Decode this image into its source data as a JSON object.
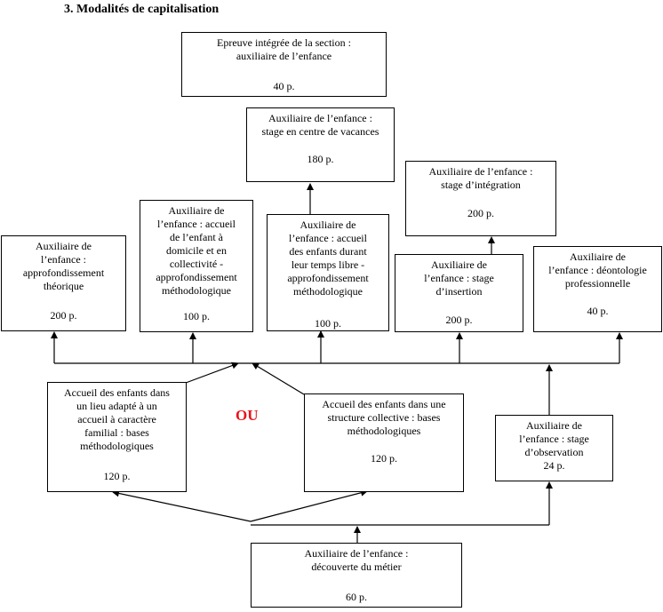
{
  "title": "3. Modalités de capitalisation",
  "separator_label": "OU",
  "separator_color": "#e8141c",
  "nodes": {
    "epreuve": {
      "label": "Epreuve intégrée de la section :\nauxiliaire de l’enfance",
      "points": "40 p."
    },
    "vacances": {
      "label": "Auxiliaire de l’enfance :\nstage en centre de vacances",
      "points": "180 p."
    },
    "integration": {
      "label": "Auxiliaire de l’enfance :\nstage d’intégration",
      "points": "200 p."
    },
    "theorique": {
      "label": "Auxiliaire de\nl’enfance :\napprofondissement\nthéorique",
      "points": "200 p."
    },
    "domicile": {
      "label": "Auxiliaire de\nl’enfance : accueil\nde l’enfant à\ndomicile et en\ncollectivité -\napprofondissement\nméthodologique",
      "points": "100 p."
    },
    "temps_libre": {
      "label": "Auxiliaire de\nl’enfance : accueil\ndes enfants durant\nleur temps libre -\napprofondissement\nméthodologique",
      "points": "100 p."
    },
    "insertion": {
      "label": "Auxiliaire de\nl’enfance : stage\nd’insertion",
      "points": "200 p."
    },
    "deontologie": {
      "label": "Auxiliaire de\nl’enfance : déontologie\nprofessionnelle",
      "points": "40 p."
    },
    "familial": {
      "label": "Accueil des enfants dans\nun lieu adapté à un\naccueil à caractère\nfamilial : bases\nméthodologiques",
      "points": "120 p."
    },
    "collective": {
      "label": "Accueil des enfants dans une\nstructure collective : bases\nméthodologiques",
      "points": "120 p."
    },
    "observation": {
      "label": "Auxiliaire de\nl’enfance : stage\nd’observation",
      "points": "24 p."
    },
    "decouverte": {
      "label": "Auxiliaire de l’enfance :\ndécouverte du métier",
      "points": "60 p."
    }
  }
}
